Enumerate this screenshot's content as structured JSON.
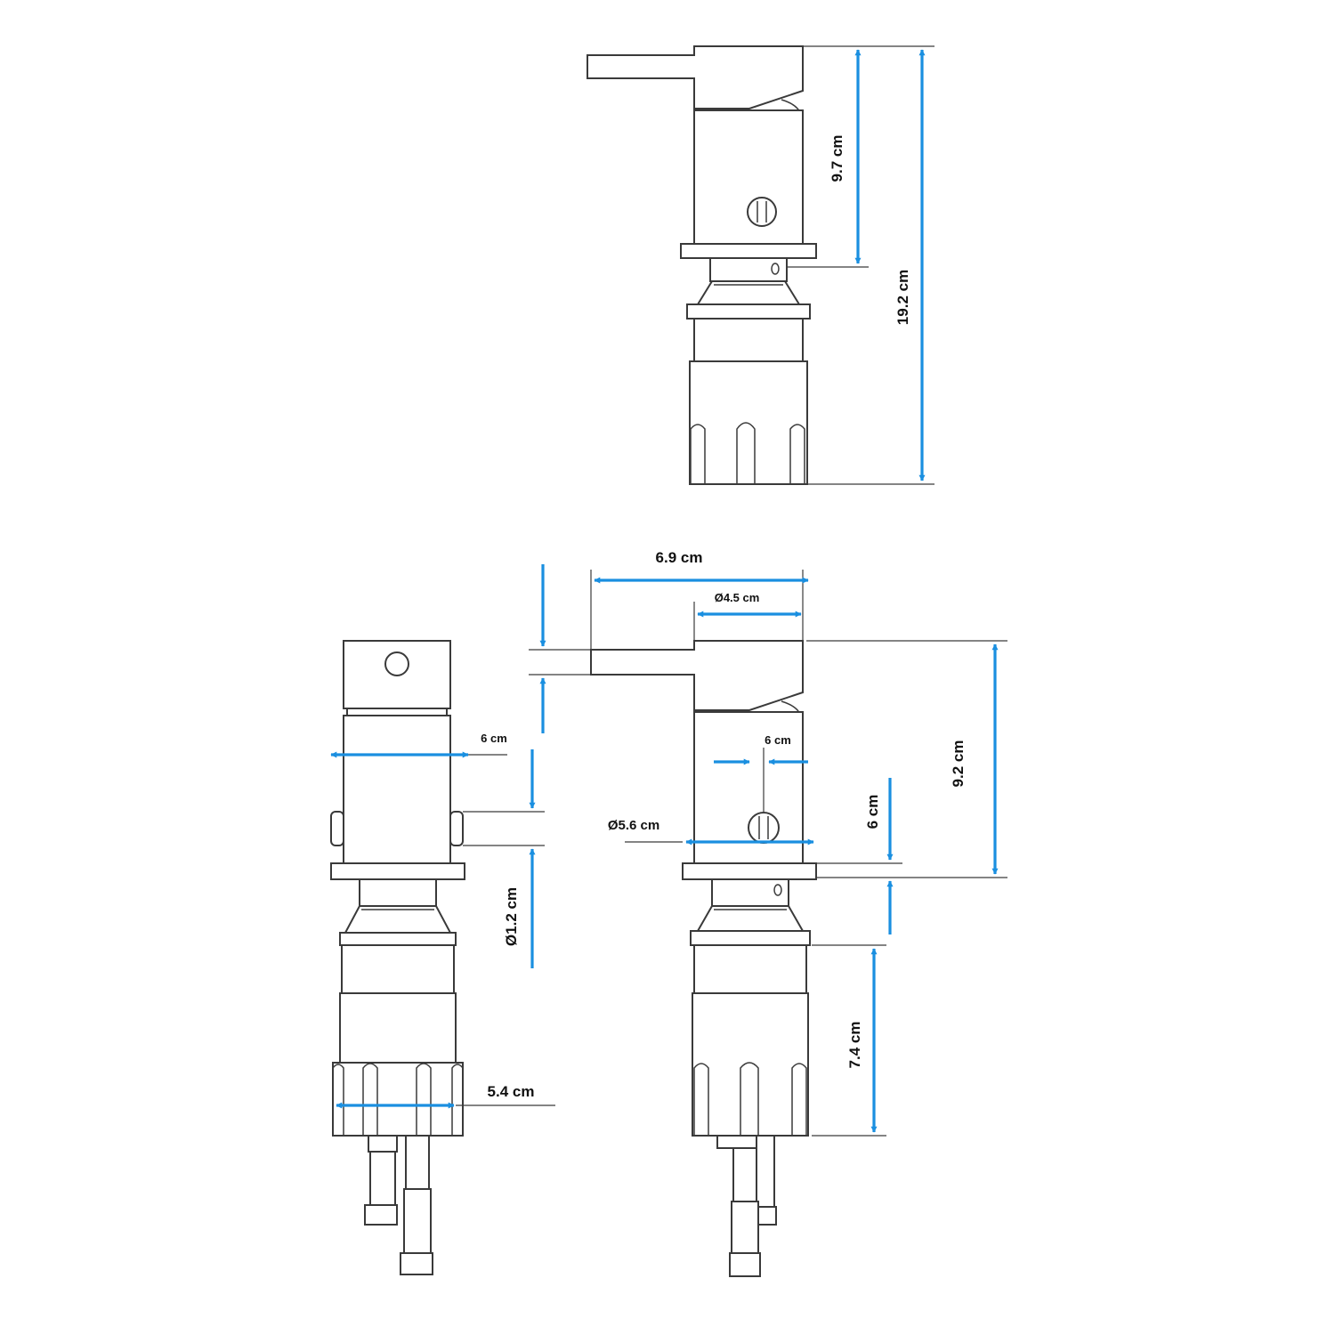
{
  "colors": {
    "dimension": "#1a8fe0",
    "outline": "#3a3a3a",
    "label": "#111111",
    "background": "#ffffff"
  },
  "dimensions": {
    "top_upper_height": "9.7 cm",
    "top_total_height": "19.2 cm",
    "lever_length": "6.9 cm",
    "lever_diameter": "Ø4.5 cm",
    "front_body_width": "6 cm",
    "side_small_gap": "6 cm",
    "base_flange_diameter": "Ø5.6 cm",
    "side_nut_height": "6 cm",
    "side_upper_height": "9.2 cm",
    "pin_diameter": "Ø1.2 cm",
    "shank_width": "5.4 cm",
    "shank_height": "7.4 cm"
  }
}
